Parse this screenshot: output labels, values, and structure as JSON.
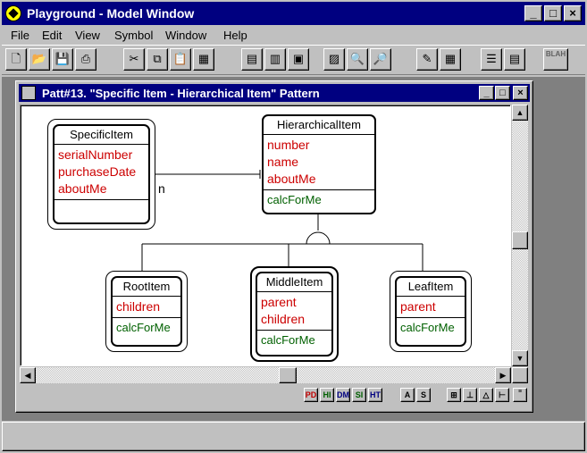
{
  "window": {
    "title": "Playground - Model Window",
    "min": "_",
    "max": "□",
    "close": "×"
  },
  "menu": [
    "File",
    "Edit",
    "View",
    "Symbol",
    "Window",
    "Help"
  ],
  "toolbar": {
    "blah_label": "BLAH"
  },
  "child": {
    "title": "Patt#13. \"Specific Item - Hierarchical Item\" Pattern"
  },
  "diagram": {
    "multiplicity": "n",
    "classes": {
      "specific": {
        "name": "SpecificItem",
        "attrs": [
          "serialNumber",
          "purchaseDate",
          "aboutMe"
        ],
        "ops": []
      },
      "hierarchical": {
        "name": "HierarchicalItem",
        "attrs": [
          "number",
          "name",
          "aboutMe"
        ],
        "ops": [
          "calcForMe"
        ]
      },
      "root": {
        "name": "RootItem",
        "attrs": [
          "children"
        ],
        "ops": [
          "calcForMe"
        ]
      },
      "middle": {
        "name": "MiddleItem",
        "attrs": [
          "parent",
          "children"
        ],
        "ops": [
          "calcForMe"
        ]
      },
      "leaf": {
        "name": "LeafItem",
        "attrs": [
          "parent"
        ],
        "ops": [
          "calcForMe"
        ]
      }
    }
  },
  "bottom_buttons": [
    "PD",
    "HI",
    "DM",
    "SI",
    "HT",
    "A",
    "S"
  ],
  "colors": {
    "titlebar": "#000080",
    "attribute": "#cc0000",
    "operation": "#006000"
  }
}
